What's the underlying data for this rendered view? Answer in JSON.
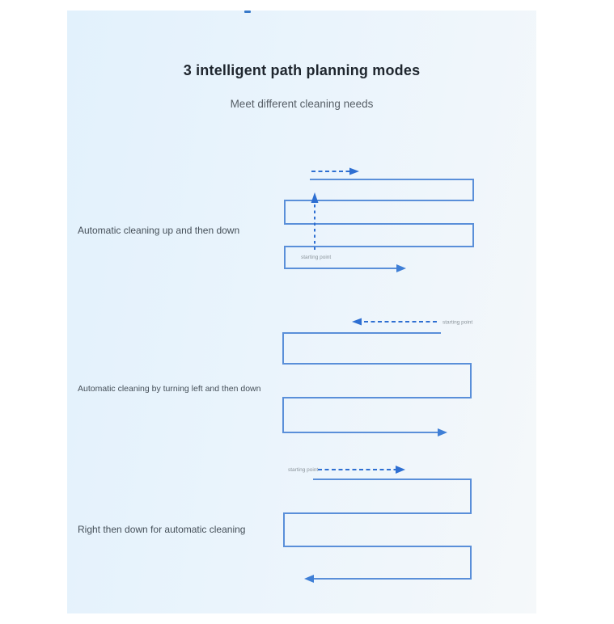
{
  "page": {
    "title": "3 intelligent path planning modes",
    "subtitle": "Meet different cleaning needs"
  },
  "colors": {
    "panel_gradient_start": "#e2f1fc",
    "panel_gradient_end": "#f5f8fa",
    "path_line_blue": "#5a8fd9",
    "arrow_accent_blue": "#2e6fd2",
    "title_text": "#1f262e",
    "subtitle_text": "#565e66",
    "label_text": "#454f58",
    "starting_point_text": "#8b949b"
  },
  "modes": [
    {
      "label": "Automatic cleaning up and then down",
      "starting_point_label": "starting point",
      "path": "start bottom-left, dashed arrow upward, serpentine sweep, exit top-right"
    },
    {
      "label": "Automatic cleaning by turning left and then down",
      "starting_point_label": "starting point",
      "path": "start top-right, dashed arrow leftward, serpentine sweep, exit bottom-right"
    },
    {
      "label": "Right then down for automatic cleaning",
      "starting_point_label": "starting point",
      "path": "start top-left, dashed arrow rightward, serpentine sweep, exit bottom-left"
    }
  ]
}
